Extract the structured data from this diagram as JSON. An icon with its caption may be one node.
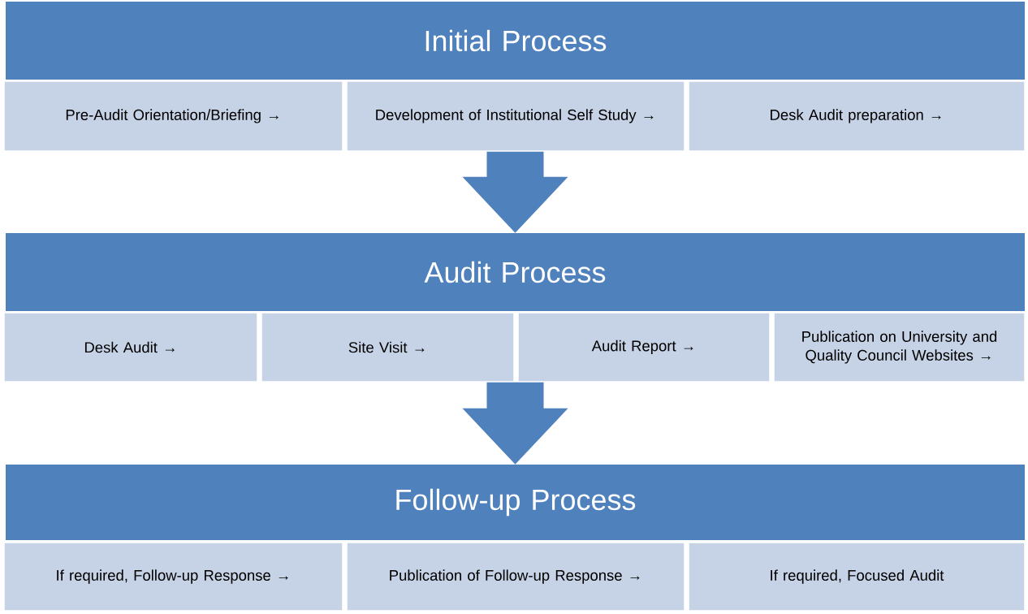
{
  "diagram": {
    "nodes": [
      {
        "text": [
          "Initial Process"
        ]
      },
      {
        "text": [
          "Pre-Audit Orientation/Briefing →"
        ]
      },
      {
        "text": [
          "Development of Institutional Self Study →"
        ]
      },
      {
        "text": [
          "Desk Audit preparation →"
        ]
      },
      {
        "text": [
          "Audit Process"
        ]
      },
      {
        "text": [
          "Desk Audit →"
        ]
      },
      {
        "text": [
          "Site Visit →"
        ]
      },
      {
        "text": [
          "Audit Report →"
        ]
      },
      {
        "text": [
          "Publication on University and Quality Council Websites →"
        ]
      },
      {
        "text": [
          "Follow-up Process"
        ]
      },
      {
        "text": [
          "If required, Follow-up Response →"
        ]
      },
      {
        "text": [
          "Publication of Follow-up Response →"
        ]
      },
      {
        "text": [
          "If required, Focused Audit"
        ]
      }
    ],
    "edges": [
      {
        "from": 2,
        "to": 4,
        "arrow": "to"
      },
      {
        "from": 6,
        "to": 9,
        "arrow": "to"
      }
    ]
  }
}
